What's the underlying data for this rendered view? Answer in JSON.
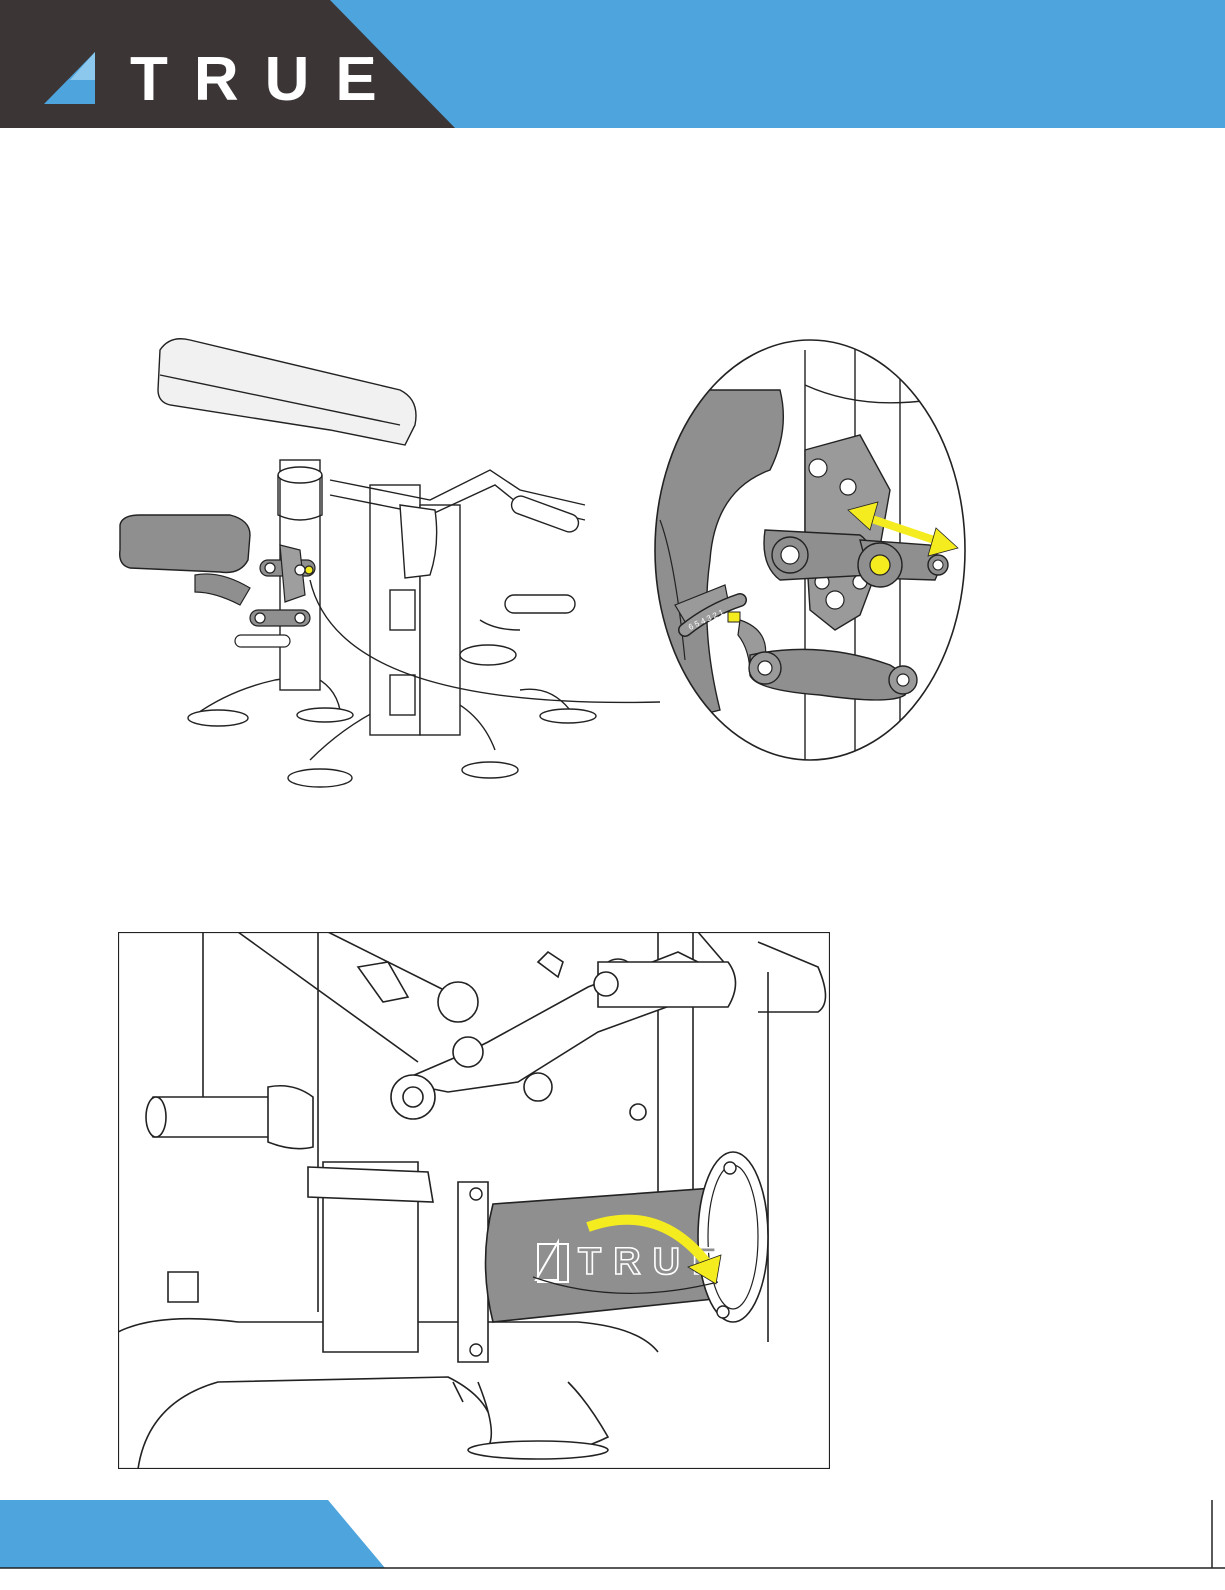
{
  "header": {
    "brand_text": "TRUE",
    "registered_mark": "®",
    "colors": {
      "dark": "#3b3536",
      "accent": "#4ea4dd"
    }
  },
  "figure1": {
    "callout_bubble_digits": "6 5 4 3 2 1",
    "highlight_color": "#f5ec1f"
  },
  "figure2": {
    "sleeve_logo_text": "TRUE",
    "highlight_color": "#f5ec1f"
  },
  "footer": {
    "colors": {
      "accent": "#4ea4dd",
      "dark": "#3b3536"
    }
  }
}
